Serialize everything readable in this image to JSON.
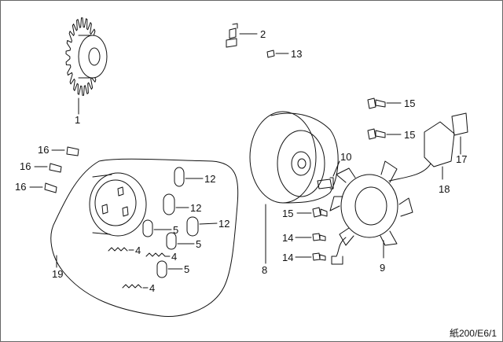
{
  "diagram": {
    "line_color": "#111111",
    "background": "#ffffff",
    "footer_ref": "紙200/E6/1",
    "callouts": [
      {
        "id": "c1",
        "label": "1"
      },
      {
        "id": "c2",
        "label": "2"
      },
      {
        "id": "c13",
        "label": "13"
      },
      {
        "id": "c16a",
        "label": "16"
      },
      {
        "id": "c16b",
        "label": "16"
      },
      {
        "id": "c16c",
        "label": "16"
      },
      {
        "id": "c12a",
        "label": "12"
      },
      {
        "id": "c12b",
        "label": "12"
      },
      {
        "id": "c12c",
        "label": "12"
      },
      {
        "id": "c5a",
        "label": "5"
      },
      {
        "id": "c5b",
        "label": "5"
      },
      {
        "id": "c5c",
        "label": "5"
      },
      {
        "id": "c4a",
        "label": "4"
      },
      {
        "id": "c4b",
        "label": "4"
      },
      {
        "id": "c4c",
        "label": "4"
      },
      {
        "id": "c19",
        "label": "19"
      },
      {
        "id": "c8",
        "label": "8"
      },
      {
        "id": "c10",
        "label": "10"
      },
      {
        "id": "c15a",
        "label": "15"
      },
      {
        "id": "c15b",
        "label": "15"
      },
      {
        "id": "c15c",
        "label": "15"
      },
      {
        "id": "c14a",
        "label": "14"
      },
      {
        "id": "c14b",
        "label": "14"
      },
      {
        "id": "c9",
        "label": "9"
      },
      {
        "id": "c17",
        "label": "17"
      },
      {
        "id": "c18",
        "label": "18"
      }
    ]
  }
}
